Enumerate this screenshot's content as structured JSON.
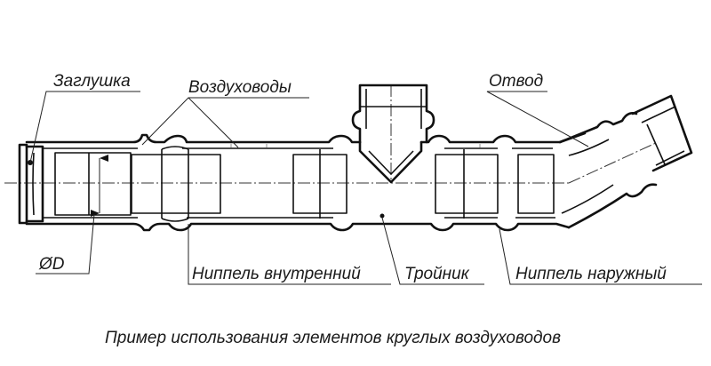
{
  "labels": {
    "zaglushka": "Заглушка",
    "vozduhovody": "Воздуховоды",
    "otvod": "Отвод",
    "diameter": "ØD",
    "nippel_vnutr": "Ниппель внутренний",
    "troynik": "Тройник",
    "nippel_naruzh": "Ниппель наружный"
  },
  "caption": "Пример использования элементов круглых воздуховодов"
}
